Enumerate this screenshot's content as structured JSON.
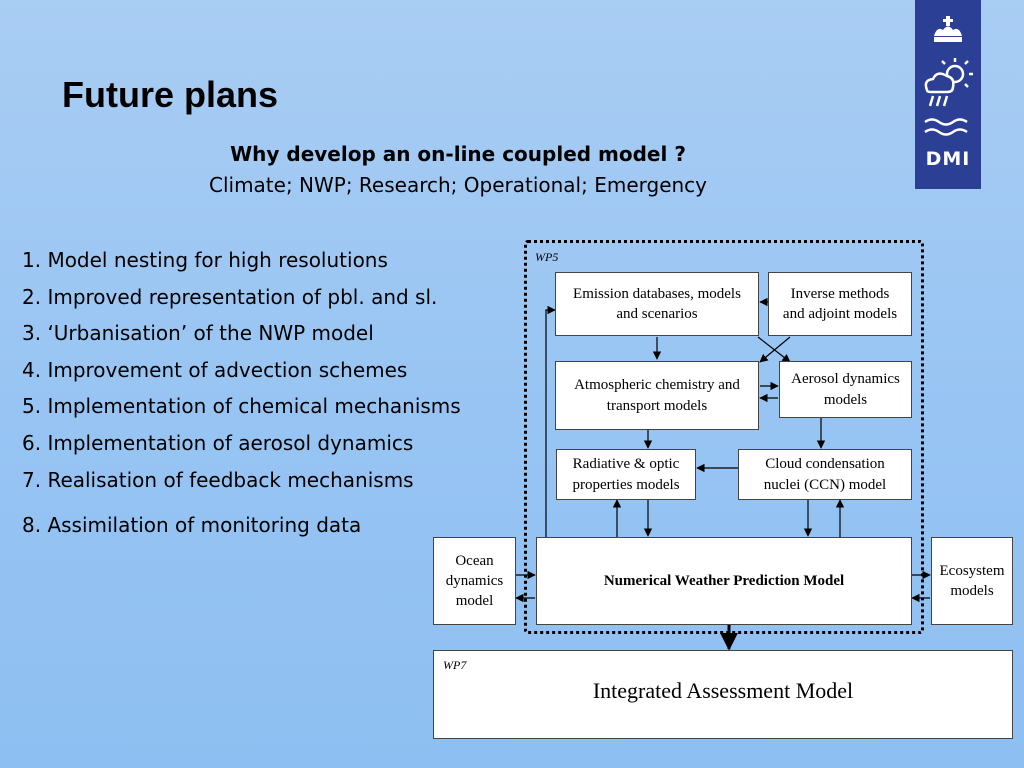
{
  "slide": {
    "title": "Future plans",
    "subtitle": "Why develop an on-line coupled model ?",
    "subline": "Climate; NWP; Research; Operational; Emergency",
    "list": [
      "1. Model nesting for high resolutions",
      "2. Improved representation of pbl. and sl.",
      "3. ‘Urbanisation’ of the NWP model",
      "4. Improvement of advection schemes",
      "5. Implementation of chemical mechanisms",
      "6. Implementation of aerosol dynamics",
      "7. Realisation of feedback mechanisms",
      "8. Assimilation of monitoring data"
    ]
  },
  "logo": {
    "text": "DMI",
    "color": "#2b3f94"
  },
  "diagram": {
    "wp5_label": "WP5",
    "wp7_label": "WP7",
    "emission": [
      "Emission databases, models",
      "and scenarios"
    ],
    "inverse": [
      "Inverse methods",
      "and adjoint models"
    ],
    "atmospheric": [
      "Atmospheric chemistry and",
      "transport models"
    ],
    "aerosol": [
      "Aerosol dynamics",
      "models"
    ],
    "radiative": [
      "Radiative & optic",
      "properties models"
    ],
    "cloud": [
      "Cloud condensation",
      "nuclei (CCN) model"
    ],
    "nwp": "Numerical Weather Prediction Model",
    "ocean": [
      "Ocean",
      "dynamics",
      "model"
    ],
    "ecosystem": [
      "Ecosystem",
      "models"
    ],
    "integrated": "Integrated Assessment Model"
  }
}
